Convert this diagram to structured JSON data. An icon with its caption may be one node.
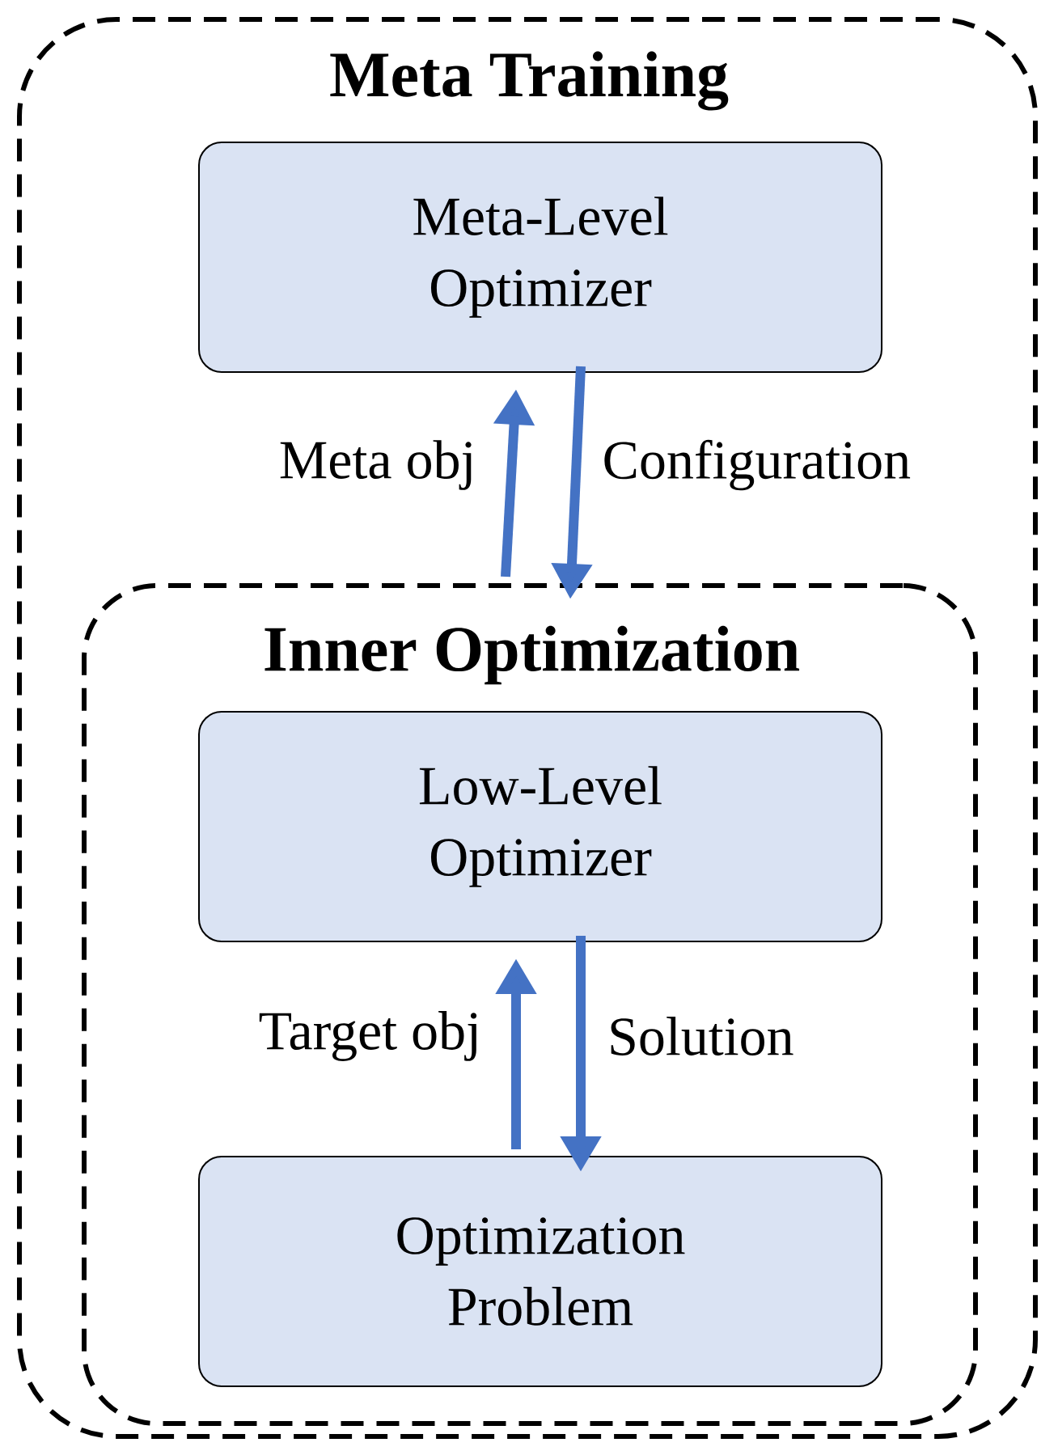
{
  "diagram": {
    "nodes": [
      {
        "text": [
          "Meta Training"
        ]
      },
      {
        "text": [
          "Meta-Level Optimizer"
        ],
        "in": 0
      },
      {
        "text": [
          "Inner Optimization"
        ],
        "in": 0
      },
      {
        "text": [
          "Low-Level Optimizer"
        ],
        "in": 2
      },
      {
        "text": [
          "Optimization Problem"
        ],
        "in": 2
      }
    ],
    "edges": [
      {
        "from": 2,
        "to": 1,
        "arrow": "to",
        "label": "Meta obj"
      },
      {
        "from": 1,
        "to": 2,
        "arrow": "to",
        "label": "Configuration"
      },
      {
        "from": 4,
        "to": 3,
        "arrow": "to",
        "label": "Target obj"
      },
      {
        "from": 3,
        "to": 4,
        "arrow": "to",
        "label": "Solution"
      }
    ]
  }
}
